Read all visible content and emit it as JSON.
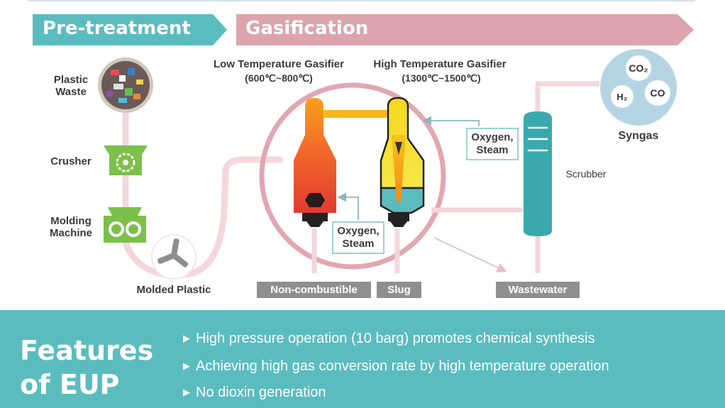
{
  "banners": {
    "pretreatment": "Pre-treatment",
    "gasification": "Gasification"
  },
  "steps": {
    "plastic_waste": "Plastic\nWaste",
    "crusher": "Crusher",
    "molding_machine": "Molding\nMachine",
    "molded_plastic": "Molded Plastic"
  },
  "gasifiers": {
    "low_title": "Low Temperature Gasifier",
    "low_range": "(600℃~800℃)",
    "high_title": "High Temperature Gasifier",
    "high_range": "(1300℃~1500℃)"
  },
  "inputs": {
    "oxygen_steam_1": "Oxygen,\nSteam",
    "oxygen_steam_2": "Oxygen,\nSteam"
  },
  "outputs": {
    "non_combustible": "Non-combustible",
    "slug": "Slug",
    "wastewater": "Wastewater",
    "scrubber": "Scrubber",
    "syngas": "Syngas"
  },
  "syngas_molecules": {
    "co2": "CO₂",
    "h2": "H₂",
    "co": "CO"
  },
  "features": {
    "title": "Features\nof EUP",
    "items": [
      "High pressure operation (10 barg) promotes chemical synthesis",
      "Achieving high gas conversion rate by high temperature operation",
      "No dioxin generation"
    ]
  },
  "colors": {
    "teal": "#5bbcbf",
    "pink": "#d9a3ab",
    "pipe_pink": "#f4d7dc",
    "green": "#7cc04b",
    "gray": "#8f8f8f"
  }
}
